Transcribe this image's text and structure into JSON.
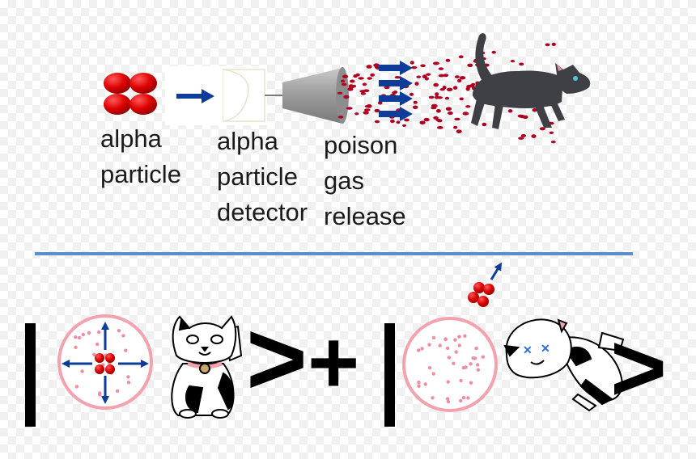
{
  "labels": {
    "alpha_particle": [
      "alpha",
      "particle"
    ],
    "detector": [
      "alpha",
      "particle",
      "detector"
    ],
    "poison_gas": [
      "poison",
      "gas",
      "release"
    ]
  },
  "ket": {
    "bar": "|",
    "close": ">",
    "plus": "+"
  },
  "colors": {
    "alpha": "#dd0000",
    "arrow": "#0d3d99",
    "divider": "#5b8fcb",
    "droplet": "#b00020",
    "gas_dot": "#ef8ea0",
    "cat_grey": "#3f4045"
  },
  "icons": {
    "top_cat": "grey-cat-icon",
    "alive_cat": "maneki-neko-cat-icon",
    "dead_cat": "dead-cat-icon"
  }
}
